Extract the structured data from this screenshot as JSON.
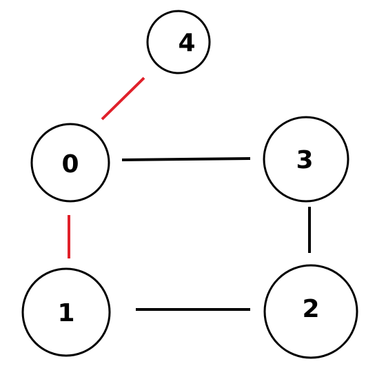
{
  "graph": {
    "nodes": [
      {
        "id": "4",
        "label": "4"
      },
      {
        "id": "0",
        "label": "0"
      },
      {
        "id": "3",
        "label": "3"
      },
      {
        "id": "1",
        "label": "1"
      },
      {
        "id": "2",
        "label": "2"
      }
    ],
    "edges": [
      {
        "from": "0",
        "to": "4",
        "color": "#e0202a"
      },
      {
        "from": "0",
        "to": "3",
        "color": "#000000"
      },
      {
        "from": "0",
        "to": "1",
        "color": "#e0202a"
      },
      {
        "from": "3",
        "to": "2",
        "color": "#000000"
      },
      {
        "from": "1",
        "to": "2",
        "color": "#000000"
      }
    ],
    "colors": {
      "highlight_edge": "#e0202a",
      "normal_edge": "#000000",
      "node_stroke": "#000000",
      "node_fill": "#ffffff"
    }
  }
}
